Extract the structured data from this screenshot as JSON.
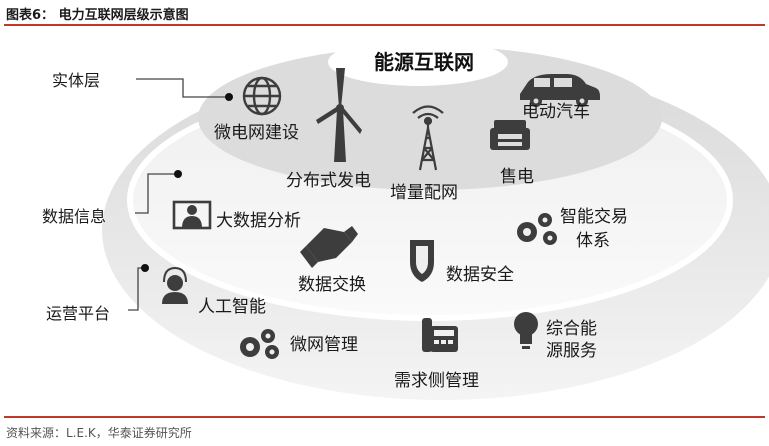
{
  "header": "图表6：  电力互联网层级示意图",
  "source": "资料来源：L.E.K，华泰证券研究所",
  "core_title": "能源互联网",
  "layers": {
    "physical": "实体层",
    "data": "数据信息",
    "operation": "运营平台"
  },
  "items": {
    "microgrid_build": "微电网建设",
    "ev": "电动汽车",
    "distributed_gen": "分布式发电",
    "incremental_grid": "增量配网",
    "retail": "售电",
    "big_data": "大数据分析",
    "smart_trading_1": "智能交易",
    "smart_trading_2": "体系",
    "data_exchange": "数据交换",
    "data_security": "数据安全",
    "ai": "人工智能",
    "microgrid_mgmt": "微网管理",
    "integrated_1": "综合能",
    "integrated_2": "源服务",
    "demand_side": "需求侧管理"
  },
  "colors": {
    "accent": "#c0392b",
    "icon": "#3d3d3d",
    "ring": "#e3e3e3",
    "ring_mid": "#eeeeee"
  }
}
